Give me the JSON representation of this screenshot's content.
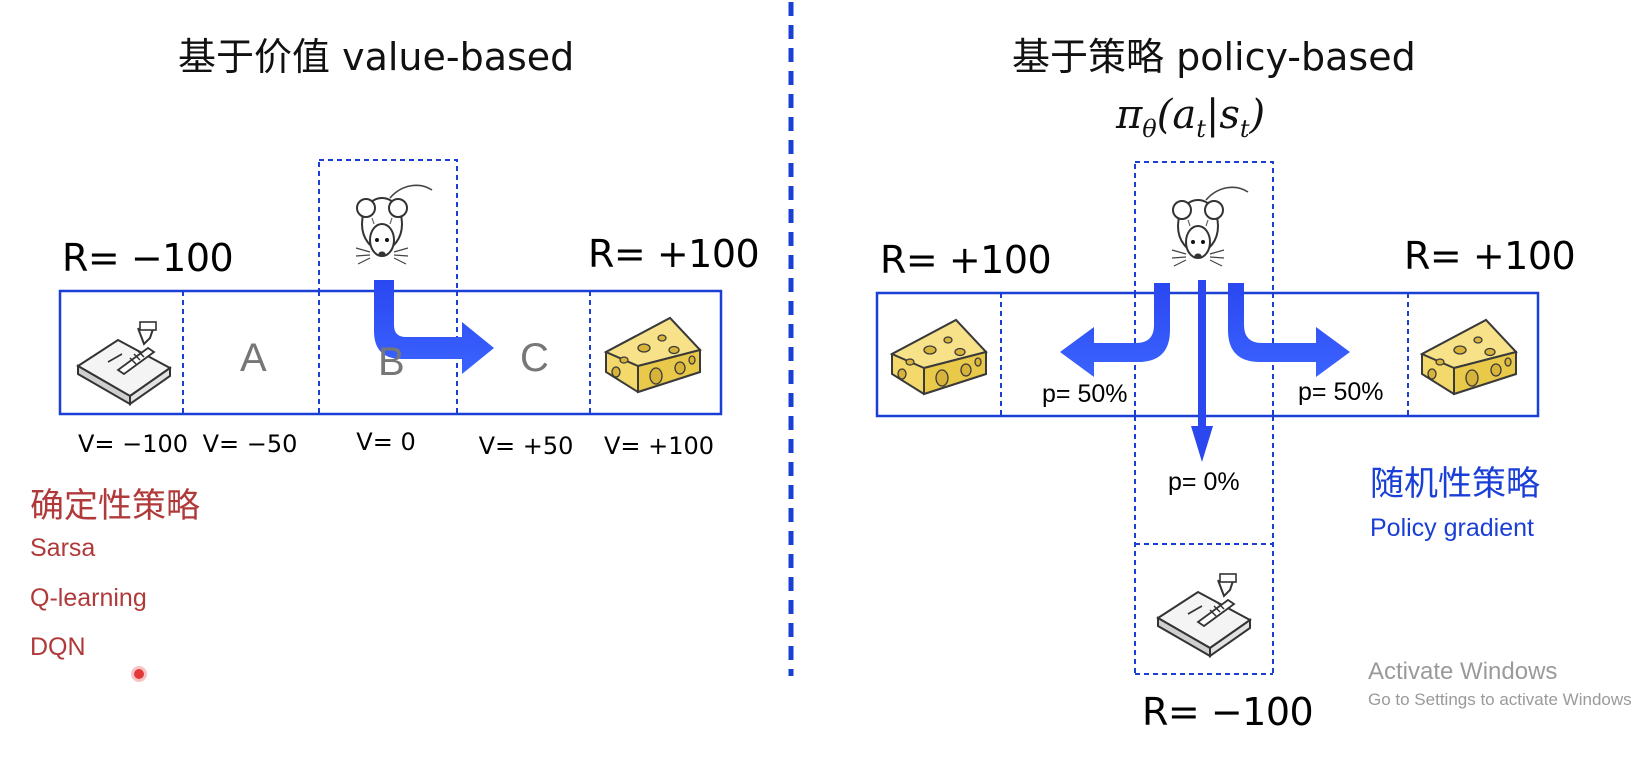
{
  "left": {
    "title": "基于价值 value-based",
    "reward_left": "R= −100",
    "reward_right": "R= +100",
    "cells": [
      "A",
      "B",
      "C"
    ],
    "values": [
      "V= −100",
      "V= −50",
      "V= 0",
      "V= +50",
      "V= +100"
    ],
    "policy_title": "确定性策略",
    "algorithms": [
      "Sarsa",
      "Q-learning",
      "DQN"
    ]
  },
  "right": {
    "title": "基于策略 policy-based",
    "formula": "π",
    "formula_sub": "θ",
    "formula_body": "(a",
    "formula_sub2": "t",
    "formula_bar": "|s",
    "formula_sub3": "t",
    "formula_close": ")",
    "reward_left": "R= +100",
    "reward_right": "R= +100",
    "reward_bottom": "R= −100",
    "prob_left": "p= 50%",
    "prob_right": "p= 50%",
    "prob_down": "p= 0%",
    "policy_title": "随机性策略",
    "policy_subtitle": "Policy gradient"
  },
  "watermark": {
    "line1": "Activate Windows",
    "line2": "Go to Settings to activate Windows."
  },
  "colors": {
    "accent_blue": "#1a3fd6",
    "accent_red": "#b03a3a"
  },
  "icons": [
    "mouse-icon",
    "mousetrap-icon",
    "cheese-icon",
    "arrow-icon"
  ]
}
